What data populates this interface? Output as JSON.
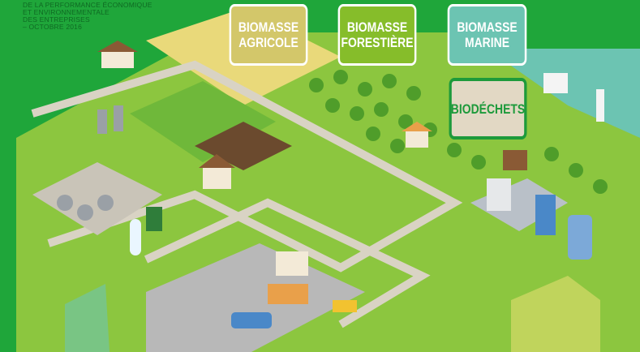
{
  "caption": {
    "lines": [
      "DE LA PERFORMANCE ÉCONOMIQUE",
      "ET ENVIRONNEMENTALE",
      "DES ENTREPRISES",
      "– OCTOBRE 2016"
    ]
  },
  "categories": [
    {
      "line1": "BIOMASSE",
      "line2": "AGRICOLE",
      "color": "#d3c76a"
    },
    {
      "line1": "BIOMASSE",
      "line2": "FORESTIÈRE",
      "color": "#86bd2a"
    },
    {
      "line1": "BIOMASSE",
      "line2": "MARINE",
      "color": "#6cc4b2"
    },
    {
      "line1": "BIODÉCHETS",
      "color": "#e2d8c4"
    }
  ],
  "colors": {
    "background": "#1fa63a",
    "field": "#8cc63f",
    "road": "#d9d3c4",
    "water": "#6cc4b2"
  }
}
